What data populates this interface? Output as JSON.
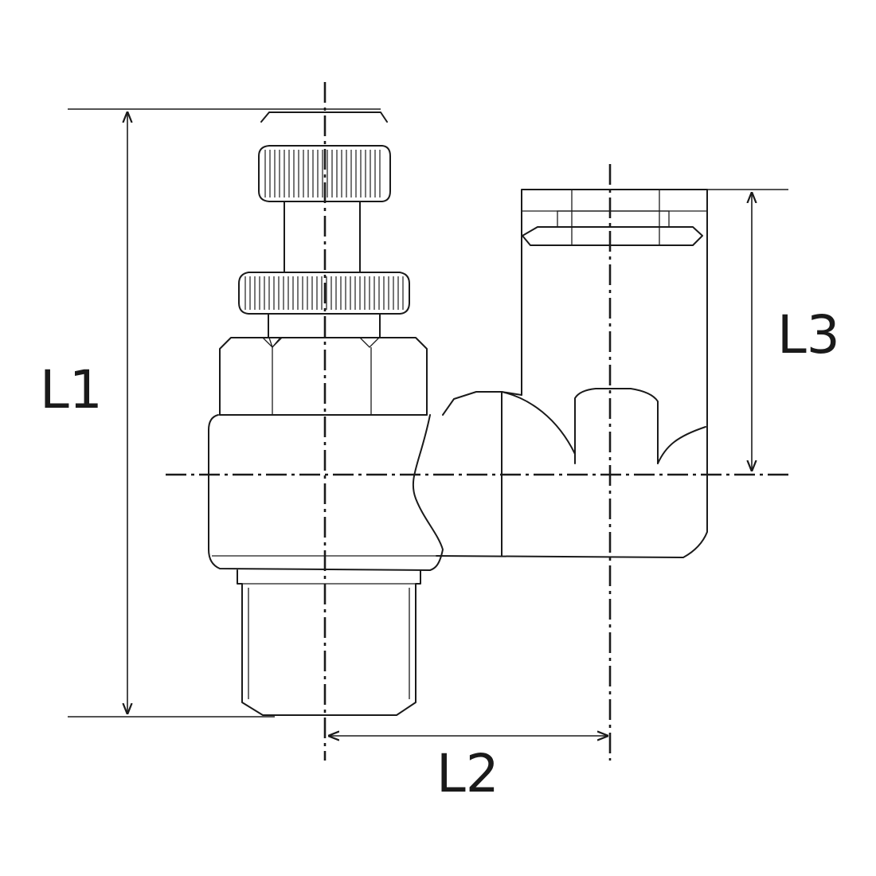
{
  "drawing": {
    "dimensions": [
      {
        "id": "L1",
        "label": "L1"
      },
      {
        "id": "L2",
        "label": "L2"
      },
      {
        "id": "L3",
        "label": "L3"
      }
    ]
  }
}
